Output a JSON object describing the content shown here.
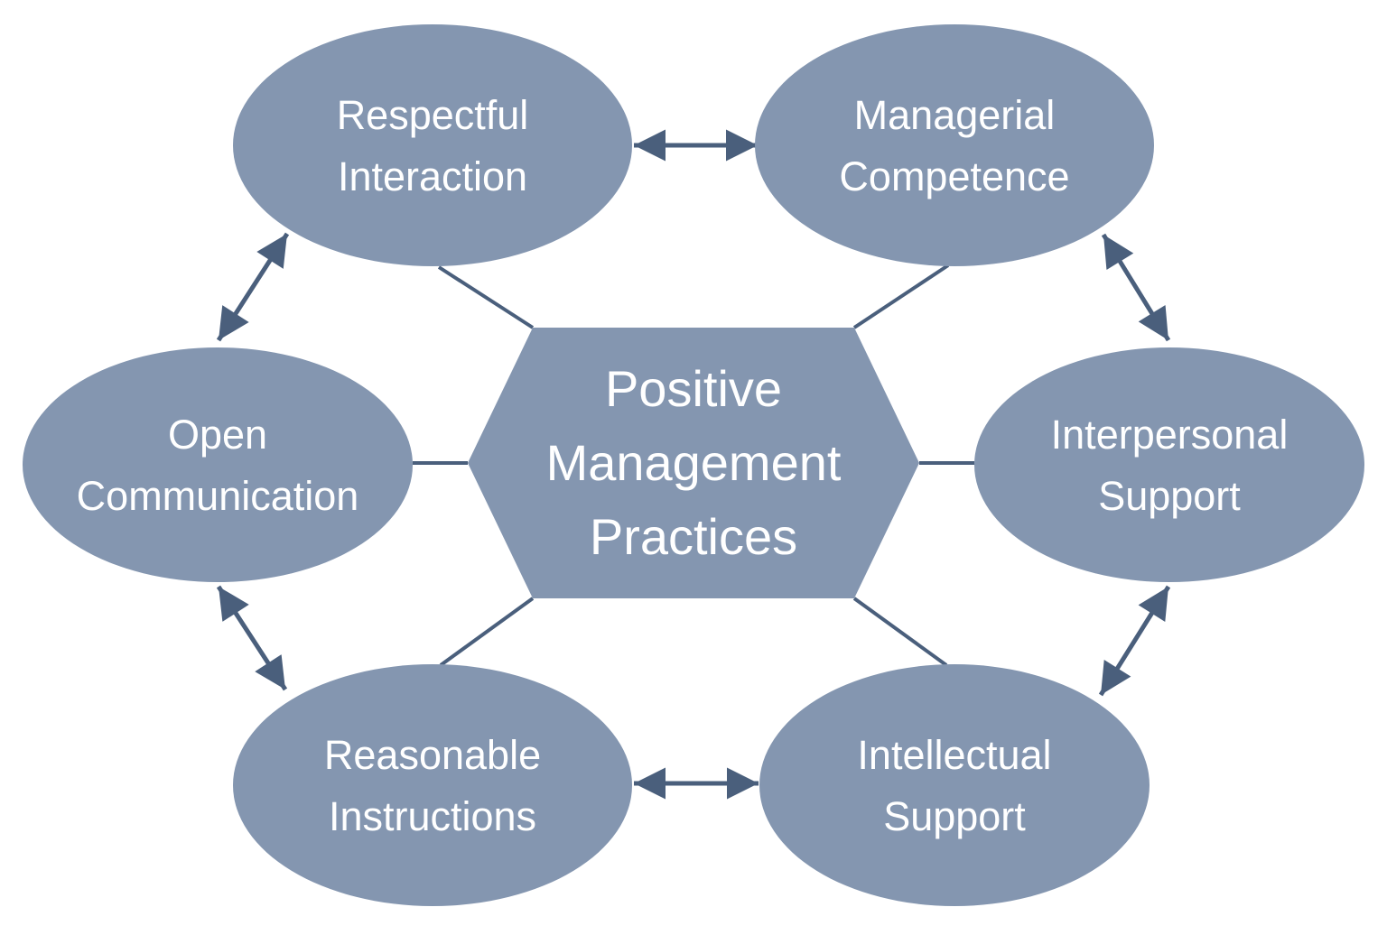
{
  "diagram": {
    "title": "Positive Management Practices",
    "center_node": {
      "shape": "hexagon",
      "lines": [
        "Positive",
        "Management",
        "Practices"
      ]
    },
    "nodes": [
      {
        "id": "respectful-interaction",
        "lines": [
          "Respectful",
          "Interaction"
        ]
      },
      {
        "id": "managerial-competence",
        "lines": [
          "Managerial",
          "Competence"
        ]
      },
      {
        "id": "open-communication",
        "lines": [
          "Open",
          "Communication"
        ]
      },
      {
        "id": "interpersonal-support",
        "lines": [
          "Interpersonal",
          "Support"
        ]
      },
      {
        "id": "reasonable-instructions",
        "lines": [
          "Reasonable",
          "Instructions"
        ]
      },
      {
        "id": "intellectual-support",
        "lines": [
          "Intellectual",
          "Support"
        ]
      }
    ],
    "connections": {
      "hub_links": [
        "respectful-interaction",
        "managerial-competence",
        "open-communication",
        "interpersonal-support",
        "reasonable-instructions",
        "intellectual-support"
      ],
      "ring_arrows": [
        "respectful-interaction <-> managerial-competence",
        "managerial-competence <-> interpersonal-support",
        "interpersonal-support <-> intellectual-support",
        "intellectual-support <-> reasonable-instructions",
        "reasonable-instructions <-> open-communication",
        "open-communication <-> respectful-interaction"
      ]
    },
    "colors": {
      "node_fill": "#8496B0",
      "connector": "#4A5F7C",
      "text": "#FFFFFF",
      "background": "#FFFFFF"
    }
  }
}
